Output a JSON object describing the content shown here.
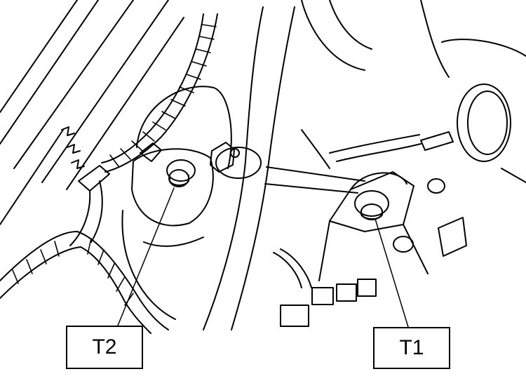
{
  "diagram": {
    "stroke_color": "#000000",
    "background_color": "#ffffff",
    "callouts": [
      {
        "id": "t2",
        "label": "T2",
        "target": "fastener-bolt-left"
      },
      {
        "id": "t1",
        "label": "T1",
        "target": "fastener-nut-link"
      }
    ]
  }
}
